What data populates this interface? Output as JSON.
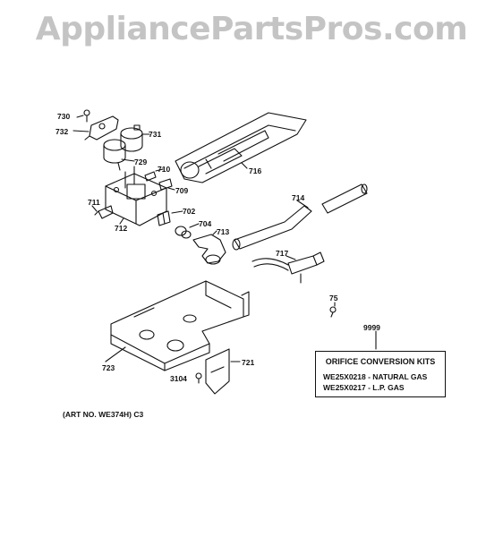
{
  "watermark": "AppliancePartsPros.com",
  "labels": {
    "l730": "730",
    "l732": "732",
    "l731": "731",
    "l729": "729",
    "l710": "710",
    "l709": "709",
    "l716": "716",
    "l711": "711",
    "l712": "712",
    "l702": "702",
    "l704": "704",
    "l713": "713",
    "l714": "714",
    "l717": "717",
    "l75": "75",
    "l9999": "9999",
    "l723": "723",
    "l721": "721",
    "l3104": "3104"
  },
  "kit": {
    "title": "ORIFICE CONVERSION KITS",
    "line1": "WE25X0218 - NATURAL GAS",
    "line2": "WE25X0217 - L.P. GAS"
  },
  "art_no": "(ART NO. WE374H) C3"
}
